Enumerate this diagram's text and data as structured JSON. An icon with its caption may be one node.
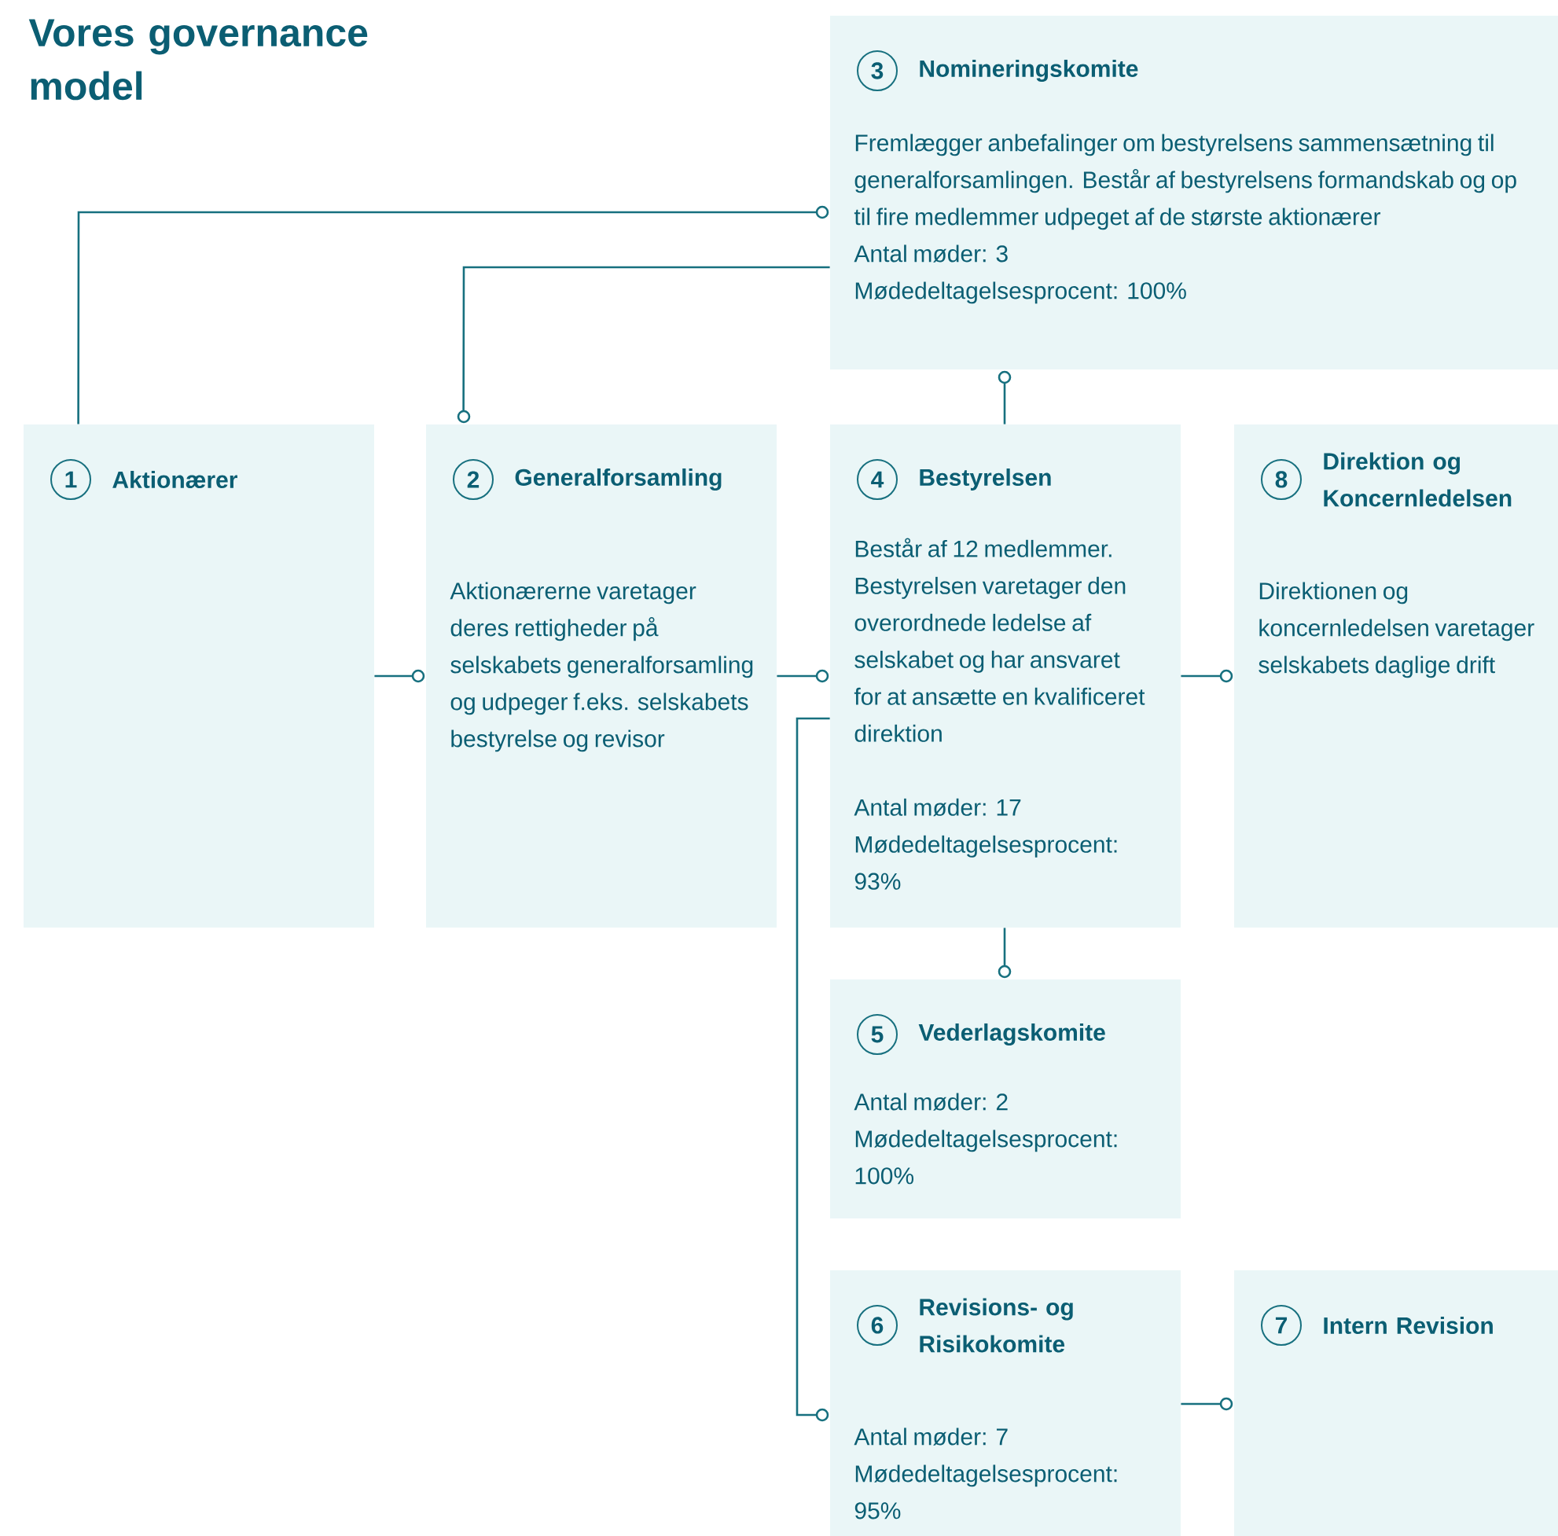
{
  "diagram": {
    "title": "Vores governance model",
    "nodes": [
      {
        "text": [
          "1",
          "Aktionærer"
        ]
      },
      {
        "text": [
          "2",
          "Generalforsamling",
          "Aktionærerne varetager deres rettigheder på selskabets generalforsamling og udpeger f.eks. selskabets bestyrelse og revisor"
        ]
      },
      {
        "text": [
          "3",
          "Nomineringskomite",
          "Fremlægger anbefalinger om bestyrelsens sammensætning til generalforsamlingen. Består af bestyrelsens formandskab og op til fire medlemmer udpeget af de største aktionærer",
          "Antal møder: 3",
          "Mødedeltagelsesprocent: 100%"
        ]
      },
      {
        "text": [
          "4",
          "Bestyrelsen",
          "Består af 12 medlemmer. Bestyrelsen varetager den overordnede ledelse af selskabet og har ansvaret for at ansætte en kvalificeret direktion",
          "Antal møder: 17",
          "Mødedeltagelsesprocent: 93%"
        ]
      },
      {
        "text": [
          "5",
          "Vederlagskomite",
          "Antal møder: 2",
          "Mødedeltagelsesprocent: 100%"
        ]
      },
      {
        "text": [
          "6",
          "Revisions- og Risikokomite",
          "Antal møder: 7",
          "Mødedeltagelsesprocent: 95%"
        ]
      },
      {
        "text": [
          "7",
          "Intern Revision"
        ]
      },
      {
        "text": [
          "8",
          "Direktion og Koncernledelsen",
          "Direktionen og koncernledelsen varetager selskabets daglige drift"
        ]
      }
    ],
    "edges": [
      {
        "from": 0,
        "to": 2,
        "arrow": "other"
      },
      {
        "from": 2,
        "to": 1,
        "arrow": "other"
      },
      {
        "from": 0,
        "to": 1,
        "arrow": "other"
      },
      {
        "from": 1,
        "to": 3,
        "arrow": "other"
      },
      {
        "from": 3,
        "to": 7,
        "arrow": "other"
      },
      {
        "from": 3,
        "to": 2,
        "arrow": "other"
      },
      {
        "from": 3,
        "to": 4,
        "arrow": "other"
      },
      {
        "from": 3,
        "to": 5,
        "arrow": "other"
      },
      {
        "from": 5,
        "to": 6,
        "arrow": "other"
      }
    ]
  }
}
